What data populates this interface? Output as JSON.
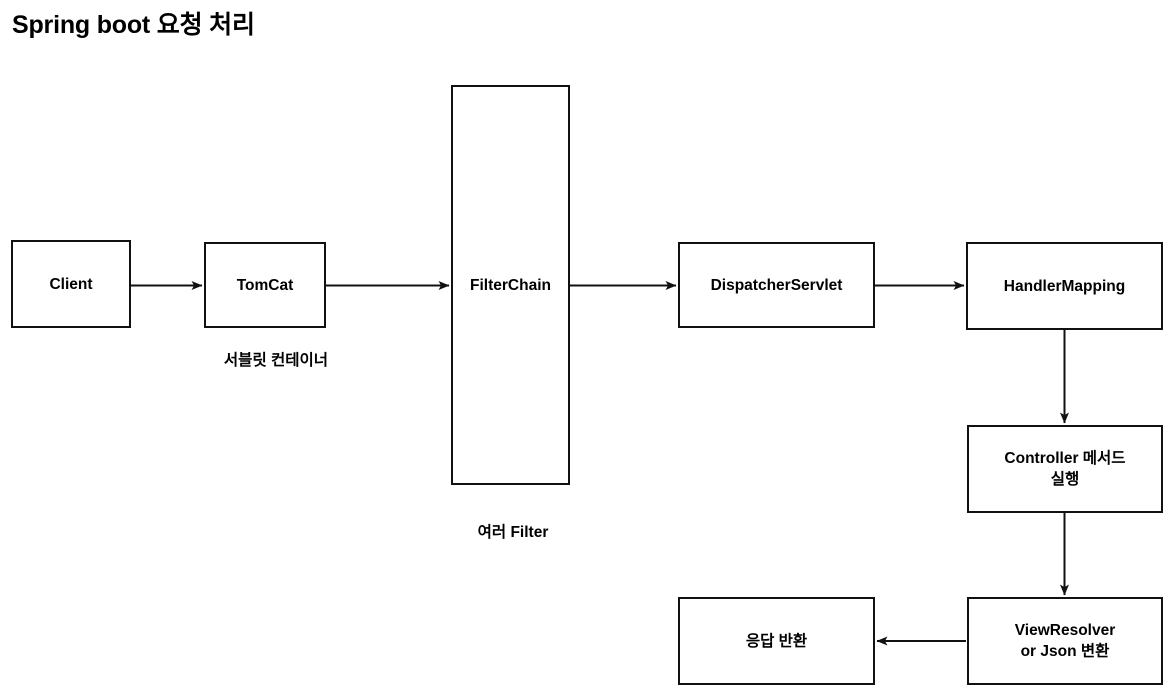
{
  "title": "Spring boot 요청 처리",
  "diagram": {
    "type": "flowchart",
    "background_color": "#ffffff",
    "stroke_color": "#111111",
    "nodes": [
      {
        "id": "client",
        "label": "Client"
      },
      {
        "id": "tomcat",
        "label": "TomCat"
      },
      {
        "id": "filterchain",
        "label": "FilterChain"
      },
      {
        "id": "dispatcherservlet",
        "label": "DispatcherServlet"
      },
      {
        "id": "handlermapping",
        "label": "HandlerMapping"
      },
      {
        "id": "controller",
        "label": "Controller 메서드\n실행"
      },
      {
        "id": "viewresolver",
        "label": "ViewResolver\nor Json 변환"
      },
      {
        "id": "response",
        "label": "응답 반환"
      }
    ],
    "captions": [
      {
        "id": "servlet-container",
        "label": "서블릿 컨테이너"
      },
      {
        "id": "many-filters",
        "label": "여러 Filter"
      }
    ],
    "edges": [
      {
        "from": "client",
        "to": "tomcat",
        "direction": "right"
      },
      {
        "from": "tomcat",
        "to": "filterchain",
        "direction": "right"
      },
      {
        "from": "filterchain",
        "to": "dispatcherservlet",
        "direction": "right"
      },
      {
        "from": "dispatcherservlet",
        "to": "handlermapping",
        "direction": "right"
      },
      {
        "from": "handlermapping",
        "to": "controller",
        "direction": "down"
      },
      {
        "from": "controller",
        "to": "viewresolver",
        "direction": "down"
      },
      {
        "from": "viewresolver",
        "to": "response",
        "direction": "left"
      }
    ]
  }
}
